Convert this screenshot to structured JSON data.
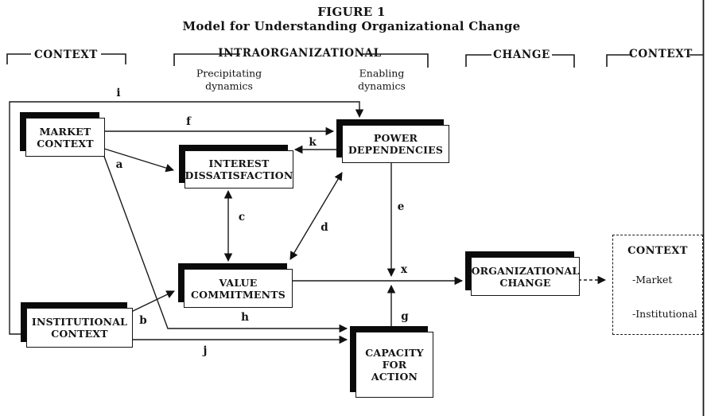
{
  "figure": {
    "title": "FIGURE 1",
    "subtitle": "Model for Understanding Organizational Change"
  },
  "section_headers": {
    "context_left": "CONTEXT",
    "intraorganizational": "INTRAORGANIZATIONAL",
    "change": "CHANGE",
    "context_right": "CONTEXT"
  },
  "dynamics_labels": {
    "precipitating": "Precipitating\ndynamics",
    "enabling": "Enabling\ndynamics"
  },
  "nodes": {
    "market_context": "MARKET\nCONTEXT",
    "interest_dissatisfaction": "INTEREST\nDISSATISFACTION",
    "power_dependencies": "POWER\nDEPENDENCIES",
    "value_commitments": "VALUE\nCOMMITMENTS",
    "institutional_context": "INSTITUTIONAL\nCONTEXT",
    "capacity_for_action": "CAPACITY\nFOR\nACTION",
    "organizational_change": "ORGANIZATIONAL\nCHANGE"
  },
  "outcome_context_box": {
    "title": "CONTEXT",
    "items": [
      "-Market",
      "-Institutional"
    ]
  },
  "edge_labels": {
    "a": "a",
    "b": "b",
    "c": "c",
    "d": "d",
    "e": "e",
    "f": "f",
    "g": "g",
    "h": "h",
    "i": "i",
    "j": "j",
    "k": "k",
    "x": "x"
  },
  "colors": {
    "ink": "#141414",
    "paper": "#ffffff"
  }
}
